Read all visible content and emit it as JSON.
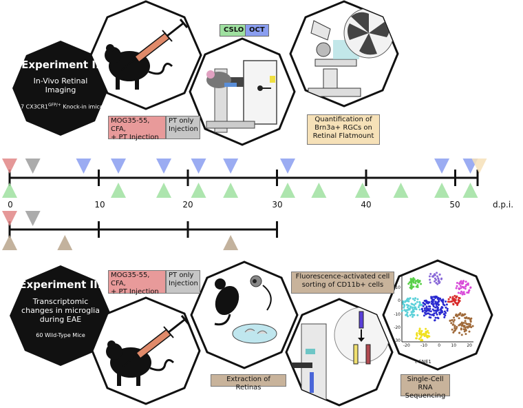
{
  "experiment1": {
    "title": "Experiment I:",
    "desc_line1": "In-Vivo Retinal",
    "desc_line2": "Imaging",
    "mice_pre": "7 CX3CR1",
    "mice_sup": "GFP/+",
    "mice_post": " Knock-in imice"
  },
  "experiment2": {
    "title": "Experiment II:",
    "desc_line1": "Transcriptomic",
    "desc_line2": "changes in microglia",
    "desc_line3": "during EAE",
    "mice": "60 Wild-Type Mice"
  },
  "labels": {
    "mog_injection_1": "MOG35-55, CFA,",
    "mog_injection_2": "+ PT Injection",
    "pt_only_1": "PT only",
    "pt_only_2": "Injection",
    "cslo": "CSLO",
    "oct": "OCT",
    "quant_1": "Quantification of",
    "quant_2": "Brn3a+ RGCs on",
    "quant_3": "Retinal Flatmount",
    "facs_1": "Fluorescence-activated cell",
    "facs_2": "sorting of CD11b+ cells",
    "extraction": "Extraction of Retinas",
    "scrna_1": "Single-Cell RNA",
    "scrna_2": "Sequencing"
  },
  "timeline": {
    "ticks": [
      "0",
      "10",
      "20",
      "30",
      "40",
      "50"
    ],
    "unit": "d.p.i."
  },
  "tsne": {
    "xlabel": "t-SNE1",
    "xticks": [
      "-20",
      "-10",
      "0",
      "10",
      "20"
    ],
    "yticks": [
      "10",
      "0",
      "-10",
      "-20",
      "-30"
    ]
  },
  "colors": {
    "mog": "#e08686",
    "pt_only": "#9c9c9c",
    "cslo": "#9fe0a0",
    "oct": "#8a9ef0",
    "flatmount": "#f6e1b8",
    "tan": "#b9a48c",
    "hexagon_fill": "#111111"
  }
}
